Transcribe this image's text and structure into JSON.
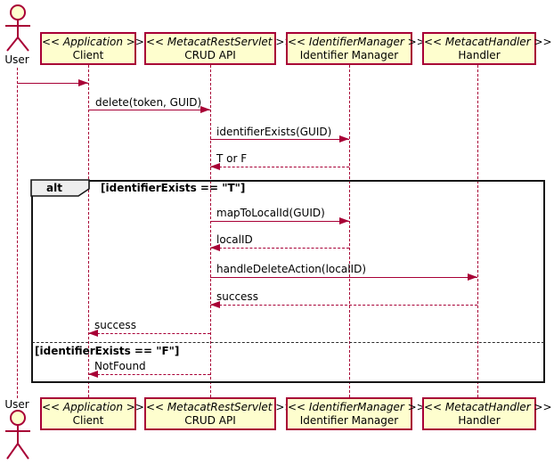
{
  "diagram_type": "uml-sequence",
  "actor": {
    "label": "User"
  },
  "participants": [
    {
      "stereotype": "<< Application >>",
      "name": "Client"
    },
    {
      "stereotype": "<< MetacatRestServlet >>",
      "name": "CRUD API"
    },
    {
      "stereotype": "<< IdentifierManager >>",
      "name": "Identifier Manager"
    },
    {
      "stereotype": "<< MetacatHandler >>",
      "name": "Handler"
    }
  ],
  "messages": [
    {
      "label": "",
      "type": "solid",
      "from": "User",
      "to": "Client"
    },
    {
      "label": "delete(token, GUID)",
      "type": "solid",
      "from": "Client",
      "to": "CRUD API"
    },
    {
      "label": "identifierExists(GUID)",
      "type": "solid",
      "from": "CRUD API",
      "to": "Identifier Manager"
    },
    {
      "label": "T or F",
      "type": "dashed",
      "from": "Identifier Manager",
      "to": "CRUD API"
    },
    {
      "label": "mapToLocalId(GUID)",
      "type": "solid",
      "from": "CRUD API",
      "to": "Identifier Manager"
    },
    {
      "label": "localID",
      "type": "dashed",
      "from": "Identifier Manager",
      "to": "CRUD API"
    },
    {
      "label": "handleDeleteAction(localID)",
      "type": "solid",
      "from": "CRUD API",
      "to": "Handler"
    },
    {
      "label": "success",
      "type": "dashed",
      "from": "Handler",
      "to": "CRUD API"
    },
    {
      "label": "success",
      "type": "dashed",
      "from": "CRUD API",
      "to": "Client"
    },
    {
      "label": "NotFound",
      "type": "dashed",
      "from": "CRUD API",
      "to": "Client"
    }
  ],
  "alt_frame": {
    "operator": "alt",
    "guards": [
      "[identifierExists == \"T\"]",
      "[identifierExists == \"F\"]"
    ]
  },
  "colors": {
    "participant_fill": "#FEFECE",
    "participant_border": "#A80036",
    "lifeline": "#A80036",
    "message_line": "#A80036",
    "frame_border": "#161616",
    "operator_fill": "#EEEEEE",
    "text": "#000000"
  }
}
